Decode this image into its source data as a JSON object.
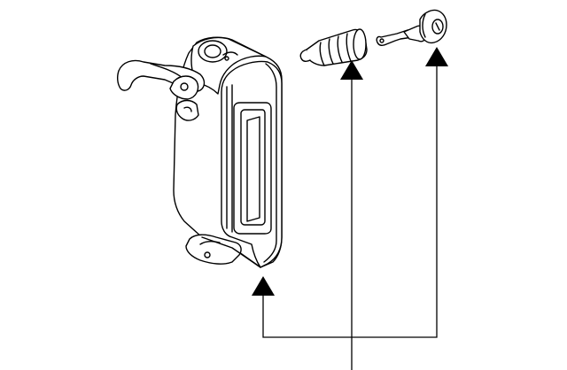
{
  "diagram": {
    "parts": [
      {
        "id": "housing"
      },
      {
        "id": "bulb-socket"
      },
      {
        "id": "bulb"
      }
    ],
    "colors": {
      "line": "#000000",
      "background": "#ffffff"
    }
  }
}
